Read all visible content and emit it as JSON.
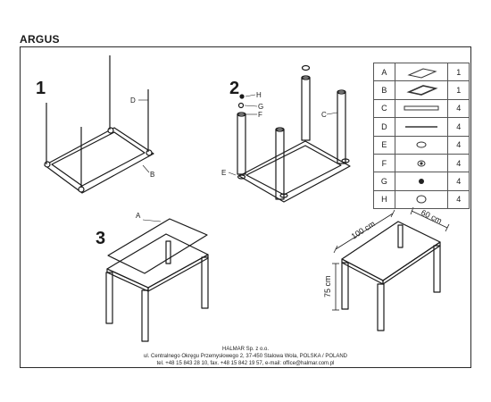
{
  "product": {
    "name": "ARGUS"
  },
  "steps": {
    "s1": "1",
    "s2": "2",
    "s3": "3"
  },
  "callouts": {
    "A": "A",
    "B": "B",
    "C": "C",
    "D": "D",
    "E": "E",
    "F": "F",
    "G": "G",
    "H": "H"
  },
  "dimensions": {
    "length": "100 cm",
    "width": "60 cm",
    "height": "75 cm"
  },
  "parts": [
    {
      "letter": "A",
      "icon": "glass-top-icon",
      "qty": "1"
    },
    {
      "letter": "B",
      "icon": "frame-icon",
      "qty": "1"
    },
    {
      "letter": "C",
      "icon": "leg-tube-icon",
      "qty": "4"
    },
    {
      "letter": "D",
      "icon": "rod-icon",
      "qty": "4"
    },
    {
      "letter": "E",
      "icon": "washer-icon",
      "qty": "4"
    },
    {
      "letter": "F",
      "icon": "bolt-nut-icon",
      "qty": "4"
    },
    {
      "letter": "G",
      "icon": "pad-icon",
      "qty": "4"
    },
    {
      "letter": "H",
      "icon": "foot-cap-icon",
      "qty": "4"
    }
  ],
  "footer": {
    "line1": "HALMAR Sp. z o.o.",
    "line2": "ul. Centralnego Okręgu Przemysłowego 2, 37-450 Stalowa Wola, POLSKA / POLAND",
    "line3": "tel. +48 15 843 28 10, fax. +48 15 842 19 57, e-mail: office@halmar.com.pl"
  }
}
